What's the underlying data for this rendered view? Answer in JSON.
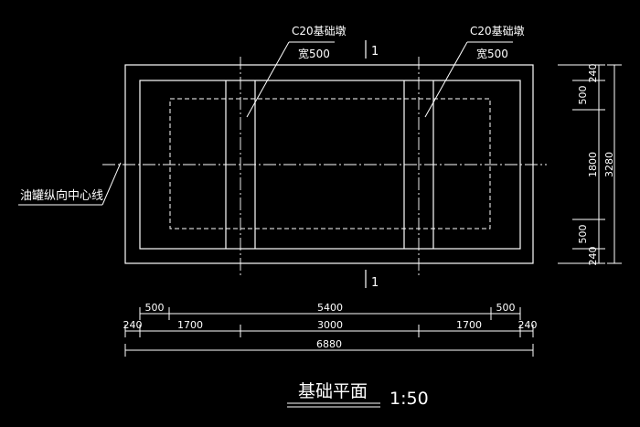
{
  "labels": {
    "pier_left_name": "C20基础墩",
    "pier_left_width": "宽500",
    "pier_right_name": "C20基础墩",
    "pier_right_width": "宽500",
    "section_top": "1",
    "section_bottom": "1",
    "centerline": "油罐纵向中心线"
  },
  "dims_horizontal": {
    "row1": [
      "500",
      "5400",
      "500"
    ],
    "row2": [
      "240",
      "1700",
      "3000",
      "1700",
      "240"
    ],
    "total": "6880"
  },
  "dims_vertical": {
    "segments": [
      "240",
      "500",
      "1800",
      "500",
      "240"
    ],
    "total": "3280"
  },
  "title": {
    "name": "基础平面",
    "scale": "1:50"
  }
}
